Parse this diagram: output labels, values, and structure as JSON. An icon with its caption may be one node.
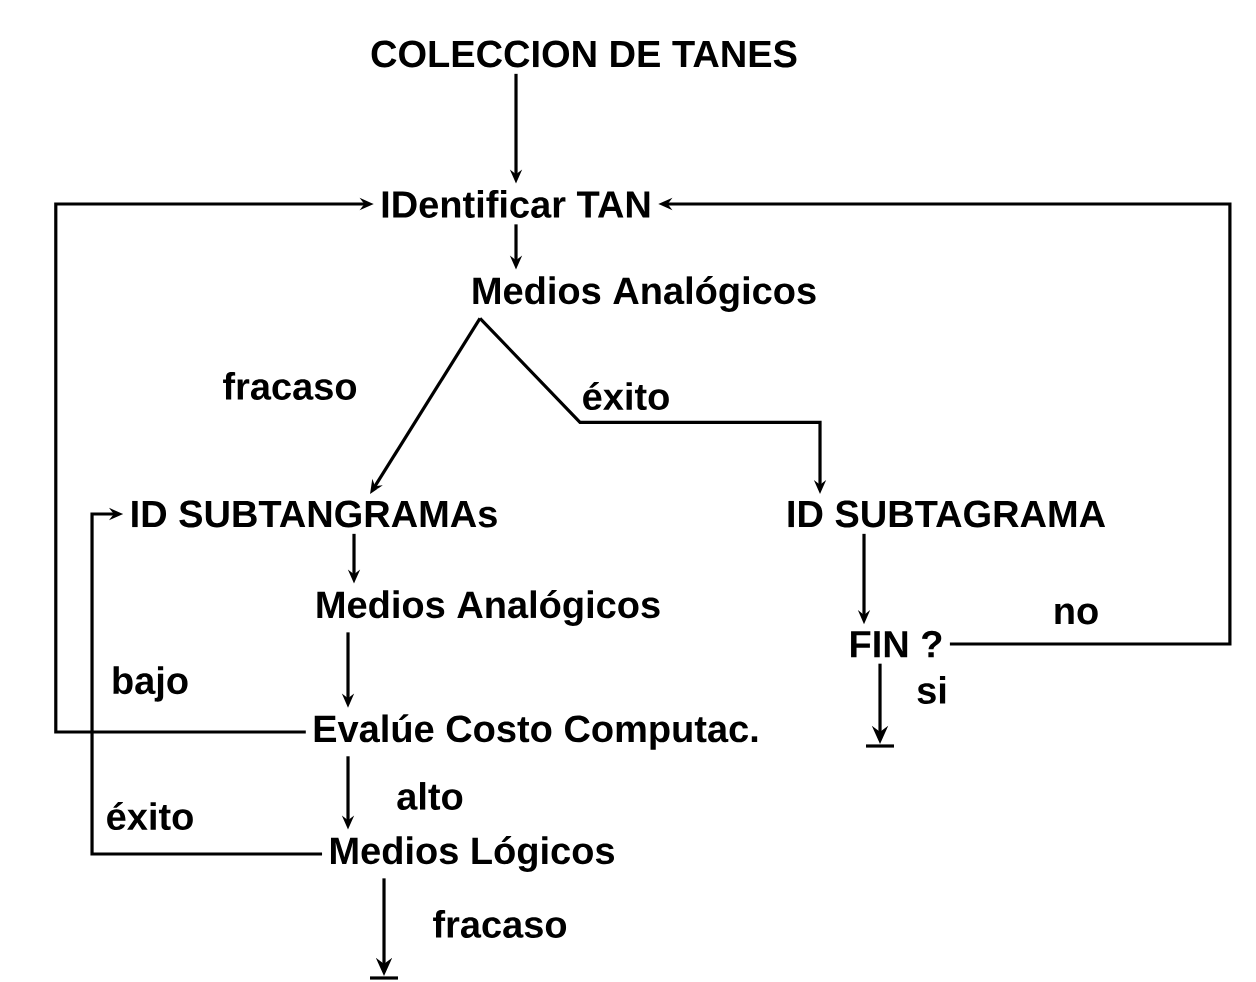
{
  "diagram": {
    "nodes": [
      {
        "text": [
          "COLECCION DE TANES"
        ]
      },
      {
        "text": [
          "IDentificar TAN"
        ]
      },
      {
        "text": [
          "Medios Analógicos"
        ]
      },
      {
        "text": [
          "ID SUBTANGRAMAs"
        ]
      },
      {
        "text": [
          "ID SUBTAGRAMA"
        ]
      },
      {
        "text": [
          "Medios Analógicos"
        ]
      },
      {
        "text": [
          "FIN ?"
        ]
      },
      {
        "text": [
          "Evalúe Costo Computac."
        ]
      },
      {
        "text": [
          "Medios Lógicos"
        ]
      }
    ],
    "edges": [
      {
        "from": 0,
        "to": 1,
        "arrow": "to"
      },
      {
        "from": 1,
        "to": 2,
        "arrow": "to"
      },
      {
        "from": 2,
        "to": 3,
        "arrow": "to",
        "label": "fracaso"
      },
      {
        "from": 2,
        "to": 4,
        "arrow": "to",
        "label": "éxito"
      },
      {
        "from": 3,
        "to": 5,
        "arrow": "to"
      },
      {
        "from": 5,
        "to": 7,
        "arrow": "to"
      },
      {
        "from": 4,
        "to": 6,
        "arrow": "to"
      },
      {
        "from": 6,
        "to": 1,
        "arrow": "to",
        "label": "no"
      },
      {
        "from": 6,
        "to": null,
        "arrow": "to",
        "label": "si"
      },
      {
        "from": 7,
        "to": 1,
        "arrow": "to",
        "label": "bajo"
      },
      {
        "from": 7,
        "to": 8,
        "arrow": "to",
        "label": "alto"
      },
      {
        "from": 8,
        "to": 3,
        "arrow": "to",
        "label": "éxito"
      },
      {
        "from": 8,
        "to": null,
        "arrow": "to",
        "label": "fracaso"
      }
    ]
  }
}
